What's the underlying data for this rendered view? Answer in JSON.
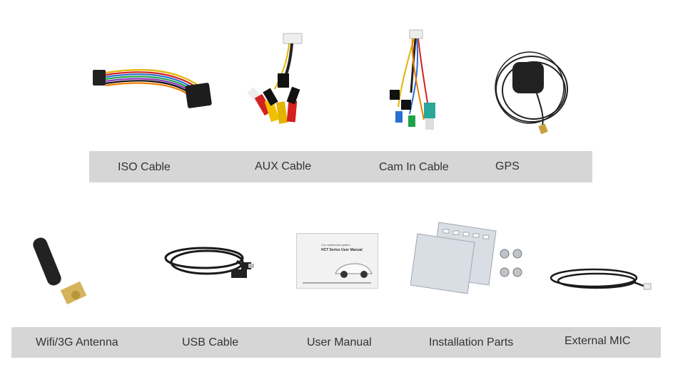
{
  "row1": {
    "labels": [
      "ISO Cable",
      "AUX Cable",
      "Cam In Cable",
      "GPS"
    ]
  },
  "row2": {
    "labels": [
      "Wifi/3G Antenna",
      "USB Cable",
      "User Manual",
      "Installation Parts",
      "External MIC"
    ]
  },
  "manual": {
    "line1": "Car multimedia system",
    "line2": "HCT Series User Manual"
  },
  "colors": {
    "bar": "#d6d6d6",
    "background": "#ffffff"
  }
}
